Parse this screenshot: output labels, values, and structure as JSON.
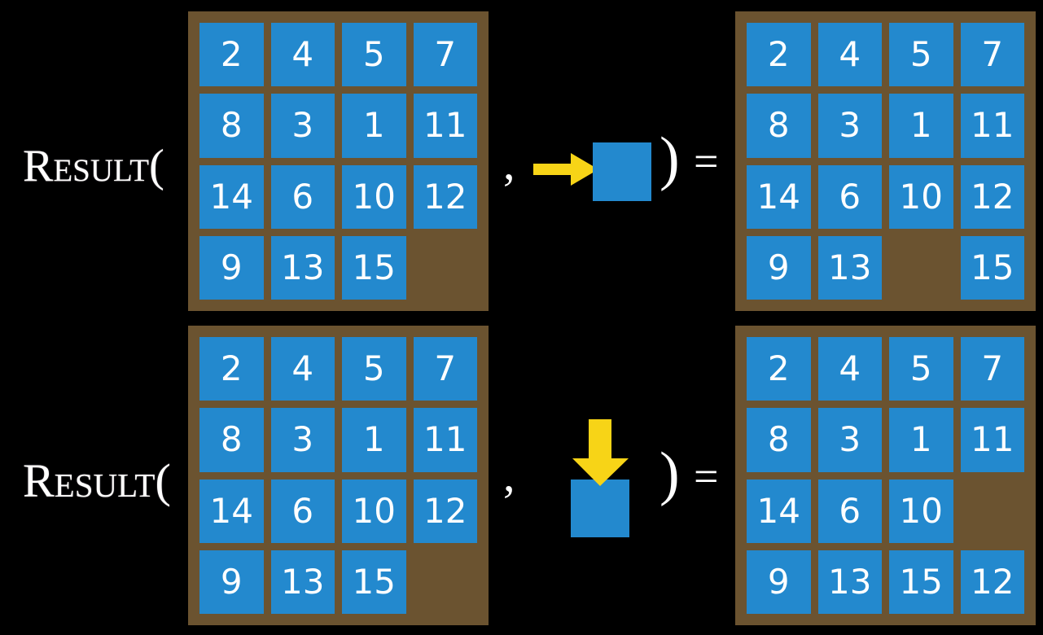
{
  "background_color": "#000000",
  "palette": {
    "tile_blue": "#2389ce",
    "board_brown": "#6b5330",
    "board_empty_olive": "#655935",
    "arrow_yellow": "#f7d417",
    "text_white": "#ffffff"
  },
  "rows": [
    {
      "id": "row-horizontal-move",
      "function_label": "Result(",
      "separator_comma": ",",
      "action": {
        "icon": "arrow-right-icon",
        "direction": "right",
        "blank_tile_label": ""
      },
      "close_paren": ")",
      "equals": "=",
      "input_board": {
        "name": "input-board-top",
        "cells": [
          "2",
          "4",
          "5",
          "7",
          "8",
          "3",
          "1",
          "11",
          "14",
          "6",
          "10",
          "12",
          "9",
          "13",
          "15",
          ""
        ]
      },
      "output_board": {
        "name": "output-board-top",
        "cells": [
          "2",
          "4",
          "5",
          "7",
          "8",
          "3",
          "1",
          "11",
          "14",
          "6",
          "10",
          "12",
          "9",
          "13",
          "",
          "15"
        ]
      }
    },
    {
      "id": "row-vertical-move",
      "function_label": "Result(",
      "separator_comma": ",",
      "action": {
        "icon": "arrow-down-icon",
        "direction": "down",
        "blank_tile_label": ""
      },
      "close_paren": ")",
      "equals": "=",
      "input_board": {
        "name": "input-board-bottom",
        "cells": [
          "2",
          "4",
          "5",
          "7",
          "8",
          "3",
          "1",
          "11",
          "14",
          "6",
          "10",
          "12",
          "9",
          "13",
          "15",
          ""
        ]
      },
      "output_board": {
        "name": "output-board-bottom",
        "cells": [
          "2",
          "4",
          "5",
          "7",
          "8",
          "3",
          "1",
          "11",
          "14",
          "6",
          "10",
          "",
          "9",
          "13",
          "15",
          "12"
        ]
      }
    }
  ]
}
